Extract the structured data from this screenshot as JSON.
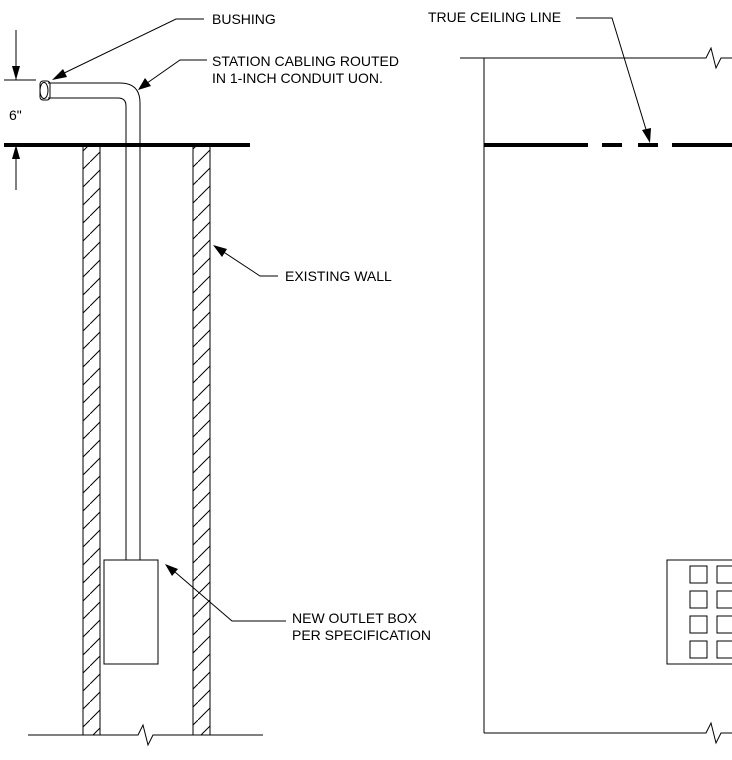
{
  "labels": {
    "bushing": "BUSHING",
    "station_cabling_line1": "STATION CABLING ROUTED",
    "station_cabling_line2": "IN 1-INCH CONDUIT UON.",
    "dimension": "6\"",
    "existing_wall": "EXISTING WALL",
    "outlet_box_line1": "NEW OUTLET BOX",
    "outlet_box_line2": "PER SPECIFICATION",
    "true_ceiling_line": "TRUE CEILING LINE"
  }
}
